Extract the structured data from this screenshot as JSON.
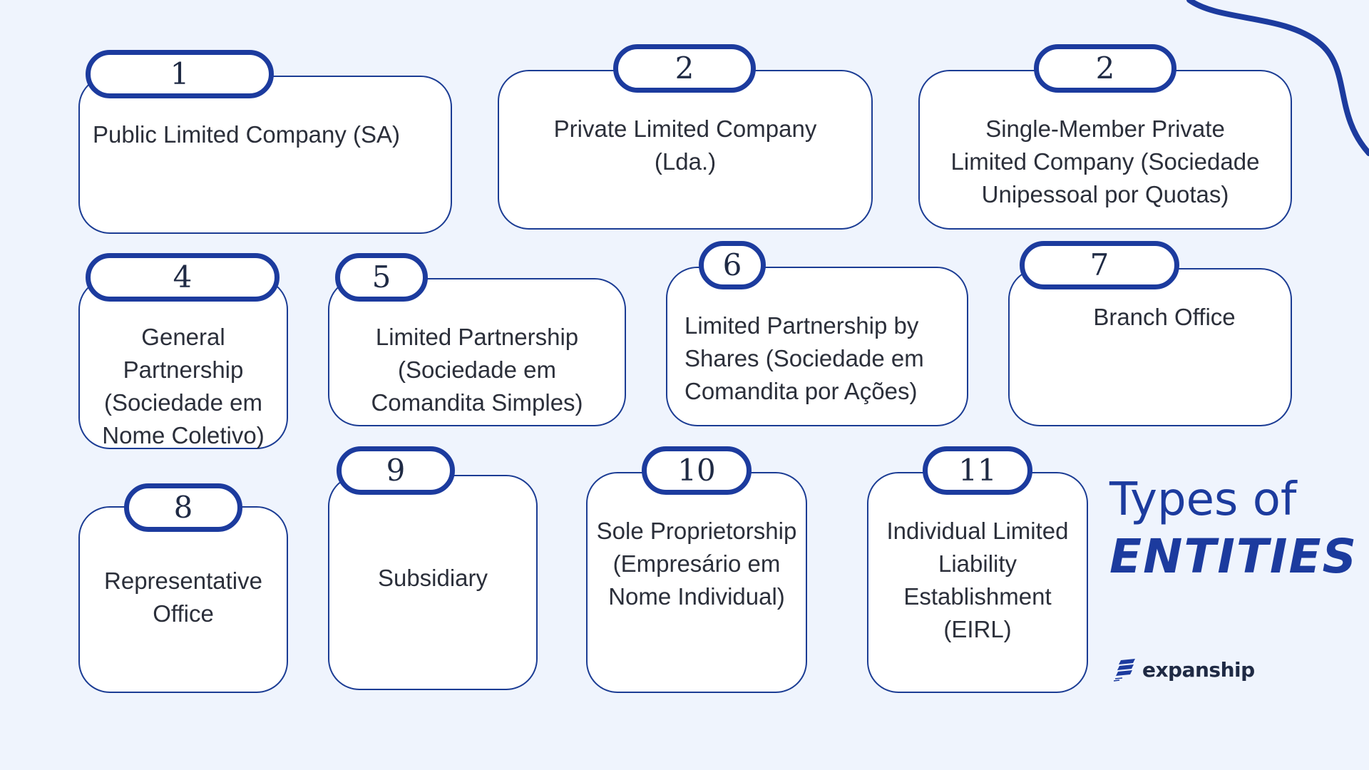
{
  "title": {
    "line1": "Types of",
    "line2": "ENTITIES"
  },
  "brand": {
    "name": "expanship",
    "icon": "expanship-logo-icon"
  },
  "colors": {
    "background": "#eff4fd",
    "accent": "#1c3b9e",
    "card_fill": "#ffffff"
  },
  "entities": [
    {
      "number": "1",
      "label": "Public Limited Company (SA)"
    },
    {
      "number": "2",
      "label": "Private Limited Company (Lda.)"
    },
    {
      "number": "2",
      "label": "Single-Member Private Limited Company (Sociedade Unipessoal por Quotas)"
    },
    {
      "number": "4",
      "label": "General Partnership (Sociedade em Nome Coletivo)"
    },
    {
      "number": "5",
      "label": "Limited Partnership (Sociedade em Comandita Simples)"
    },
    {
      "number": "6",
      "label": "Limited Partnership by Shares (Sociedade em Comandita por Ações)"
    },
    {
      "number": "7",
      "label": "Branch Office"
    },
    {
      "number": "8",
      "label": "Representative Office"
    },
    {
      "number": "9",
      "label": "Subsidiary"
    },
    {
      "number": "10",
      "label": "Sole Proprietorship (Empresário em Nome Individual)"
    },
    {
      "number": "11",
      "label": "Individual Limited Liability Establishment (EIRL)"
    }
  ]
}
